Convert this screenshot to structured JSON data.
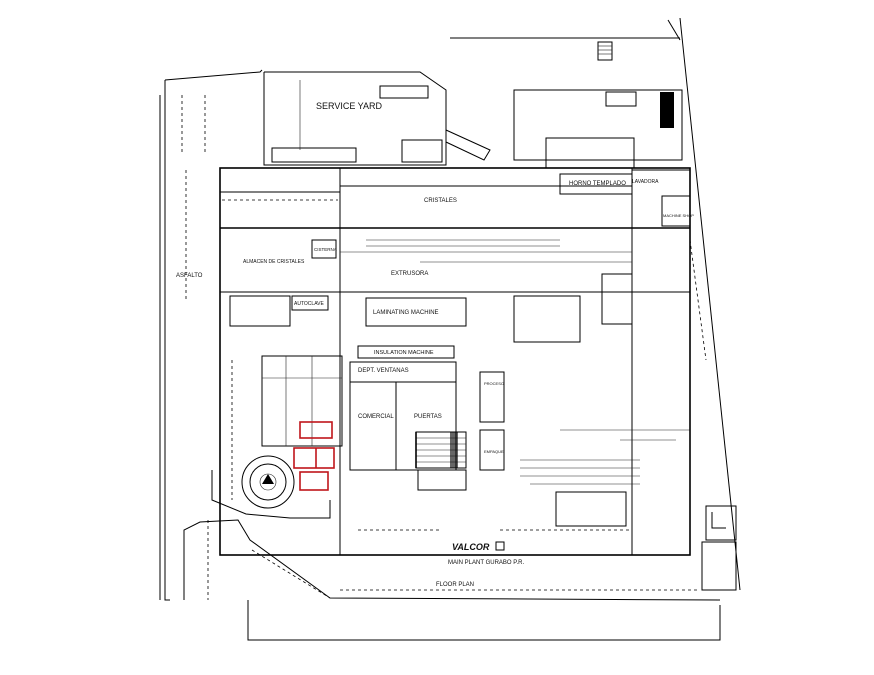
{
  "plan": {
    "labels": {
      "service_yard": "SERVICE YARD",
      "cristales": "CRISTALES",
      "horno_templado": "HORNO TEMPLADO",
      "lavadora": "LAVADORA",
      "machine_shop": "MACHINE SHOP",
      "almacen": "ALMACEN DE CRISTALES",
      "cisterna": "CISTERNA",
      "extrusora": "EXTRUSORA",
      "asfalto": "ASFALTO",
      "autoclave": "AUTOCLAVE",
      "laminating": "LAMINATING MACHINE",
      "insulation": "INSULATION MACHINE",
      "dept_ventanas": "DEPT. VENTANAS",
      "comercial": "COMERCIAL",
      "puertas": "PUERTAS",
      "proceso": "PROCESO",
      "empaque": "EMPAQUE",
      "brand": "VALCOR",
      "main_plant": "MAIN PLANT GURABO P.R.",
      "floor_plan": "FLOOR PLAN"
    }
  }
}
